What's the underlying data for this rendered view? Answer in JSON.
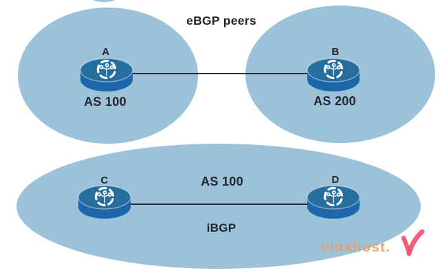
{
  "colors": {
    "background": "#ffffff",
    "domain_fill": "#9bc2d8",
    "router_body": "#1c66ab",
    "router_top": "#256e9e",
    "router_icon": "#ffffff",
    "link_line": "#15161b",
    "label_text": "#23252e",
    "watermark_text": "#ef9e5e",
    "watermark_logo": "#ee5270"
  },
  "diagram": {
    "title": "eBGP peers",
    "domains": [
      {
        "id": "as100-left",
        "as_label": "AS 100"
      },
      {
        "id": "as200-right",
        "as_label": "AS 200"
      },
      {
        "id": "as100-bottom",
        "as_label": "AS 100",
        "session_label": "iBGP"
      }
    ],
    "routers": [
      {
        "name": "A",
        "domain": "AS 100"
      },
      {
        "name": "B",
        "domain": "AS 200"
      },
      {
        "name": "C",
        "domain": "AS 100"
      },
      {
        "name": "D",
        "domain": "AS 100"
      }
    ],
    "links": [
      {
        "from": "A",
        "to": "B",
        "type": "eBGP"
      },
      {
        "from": "C",
        "to": "D",
        "type": "iBGP"
      }
    ]
  },
  "watermark": {
    "brand": "vinahost.",
    "logo_letter": "V"
  }
}
